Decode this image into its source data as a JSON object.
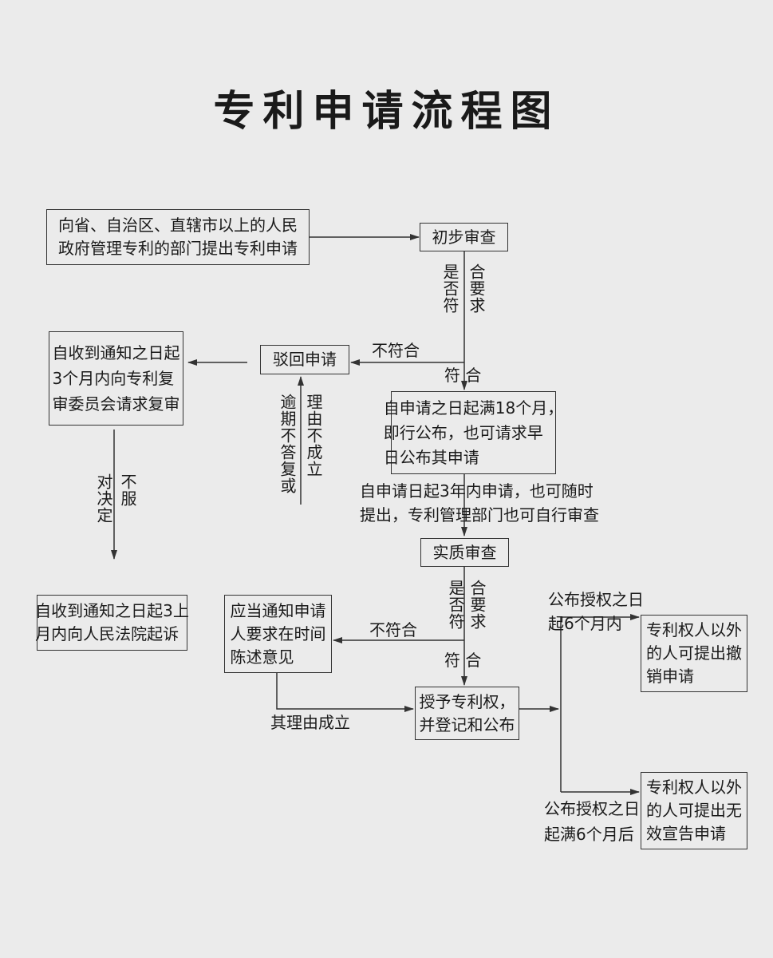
{
  "title": "专利申请流程图",
  "boxes": {
    "apply": "向省、自治区、直辖市以上的人民\n政府管理专利的部门提出专利申请",
    "prelim": "初步审查",
    "reject": "驳回申请",
    "review": "自收到通知之日起\n3个月内向专利复\n审委员会请求复审",
    "court": "自收到通知之日起3上\n月内向人民法院起诉",
    "publish": "自申请之日起满18个月，\n即行公布，也可请求早\n日公布其申请",
    "substantive": "实质审查",
    "notify": "应当通知申请\n人要求在时间\n陈述意见",
    "grant": "授予专利权，\n并登记和公布",
    "revoke": "专利权人以外\n的人可提出撤\n销申请",
    "invalid": "专利权人以外\n的人可提出无\n效宣告申请"
  },
  "labels": {
    "prelim_q1": "是否符",
    "prelim_q2": "合要求",
    "prelim_fail": "不符合",
    "prelim_pass": "符  合",
    "overdue_1": "逾期不答复或",
    "overdue_2": "理由不成立",
    "refuse_1": "对决定",
    "refuse_2": "不服",
    "request_line1": "自申请日起3年内申请，也可随时",
    "request_line2": "提出，专利管理部门也可自行审查",
    "subst_q1": "是否符",
    "subst_q2": "合要求",
    "subst_fail": "不符合",
    "subst_pass": "符  合",
    "reason_valid": "其理由成立",
    "within6_1": "公布授权之日",
    "within6_2": "起6个月内",
    "after6_1": "公布授权之日",
    "after6_2": "起满6个月后"
  }
}
